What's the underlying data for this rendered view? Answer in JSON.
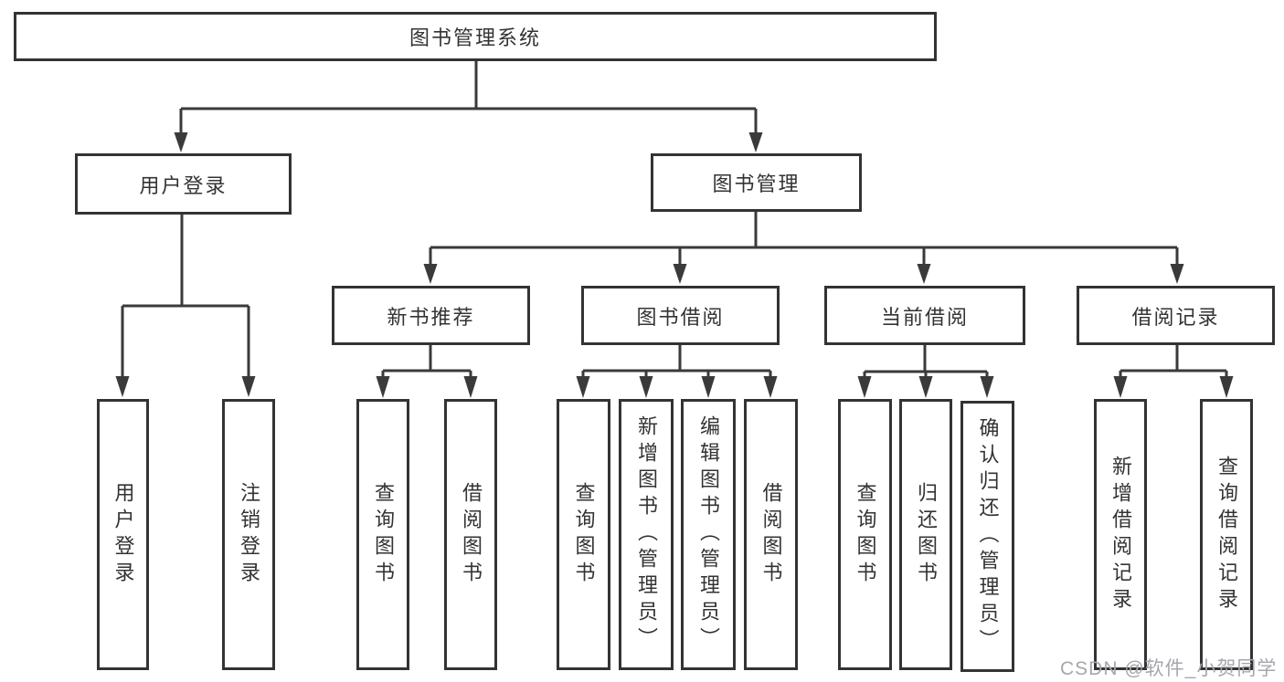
{
  "tree": {
    "root": {
      "label": "图书管理系统"
    },
    "level2": [
      {
        "label": "用户登录"
      },
      {
        "label": "图书管理"
      }
    ],
    "level3": [
      {
        "label": "新书推荐"
      },
      {
        "label": "图书借阅"
      },
      {
        "label": "当前借阅"
      },
      {
        "label": "借阅记录"
      }
    ],
    "level4": {
      "user_login": [
        {
          "label": "用户登录"
        },
        {
          "label": "注销登录"
        }
      ],
      "new_book": [
        {
          "label": "查询图书"
        },
        {
          "label": "借阅图书"
        }
      ],
      "book_borrow": [
        {
          "label": "查询图书"
        },
        {
          "label": "新增图书（管理员）"
        },
        {
          "label": "编辑图书（管理员）"
        },
        {
          "label": "借阅图书"
        }
      ],
      "current_borrow": [
        {
          "label": "查询图书"
        },
        {
          "label": "归还图书"
        },
        {
          "label": "确认归还（管理员）"
        }
      ],
      "borrow_record": [
        {
          "label": "新增借阅记录"
        },
        {
          "label": "查询借阅记录"
        }
      ]
    }
  },
  "watermark": "CSDN @软件_小贺同学",
  "colors": {
    "line": "#3a3a3a",
    "box_border": "#333333",
    "text": "#333333",
    "watermark": "#a6a6ad",
    "background": "#ffffff"
  }
}
